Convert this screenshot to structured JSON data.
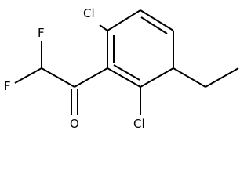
{
  "molecule": {
    "atoms": {
      "cl_top": "Cl",
      "cl_bottom": "Cl",
      "f_upper": "F",
      "f_lower": "F",
      "o": "O"
    }
  }
}
